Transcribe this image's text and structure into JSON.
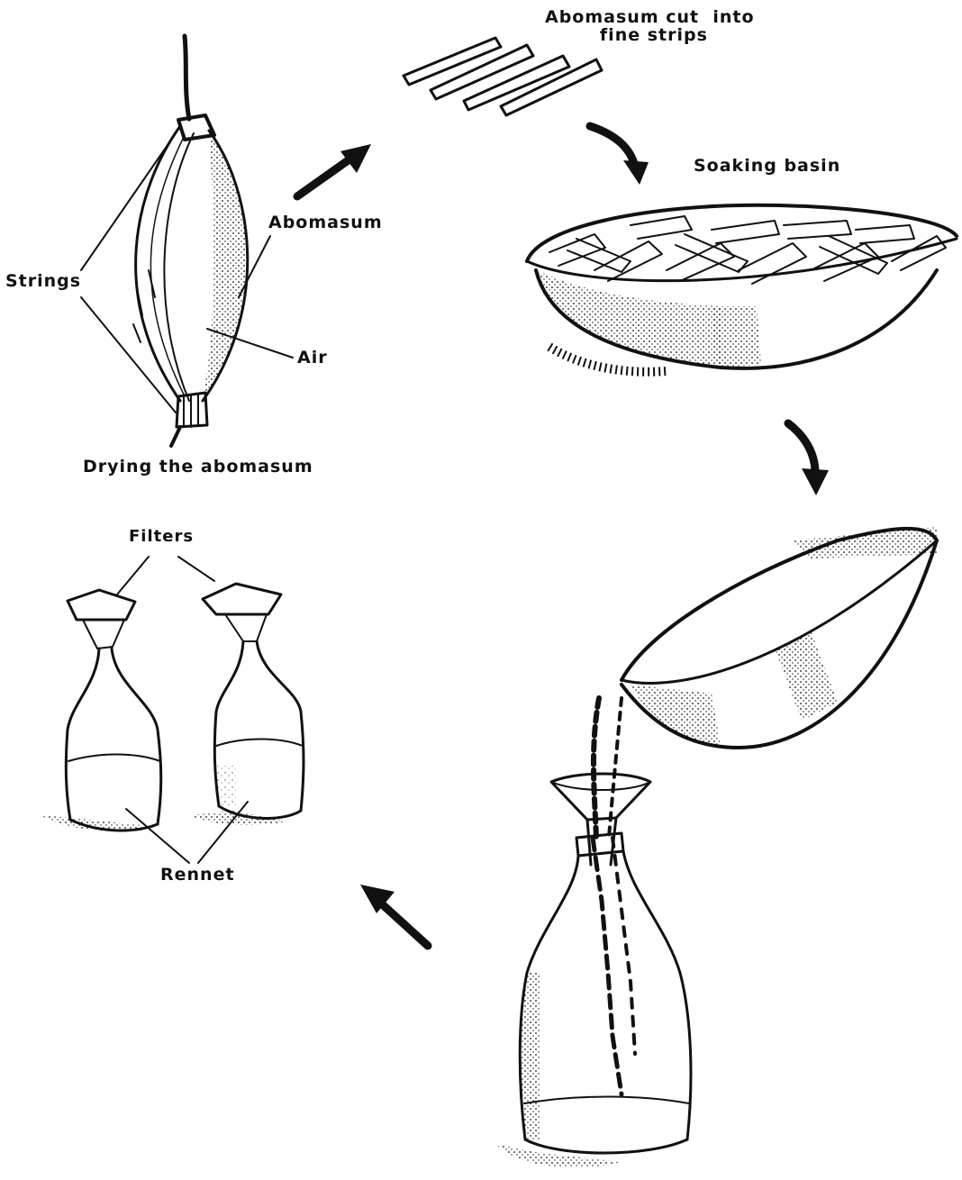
{
  "labels": {
    "strips": "Abomasum cut  into\n        fine strips",
    "soaking_basin": "Soaking basin",
    "abomasum": "Abomasum",
    "strings": "Strings",
    "air": "Air",
    "drying": "Drying the abomasum",
    "filters": "Filters",
    "rennet": "Rennet"
  },
  "colors": {
    "ink": "#111111",
    "background": "#ffffff"
  }
}
